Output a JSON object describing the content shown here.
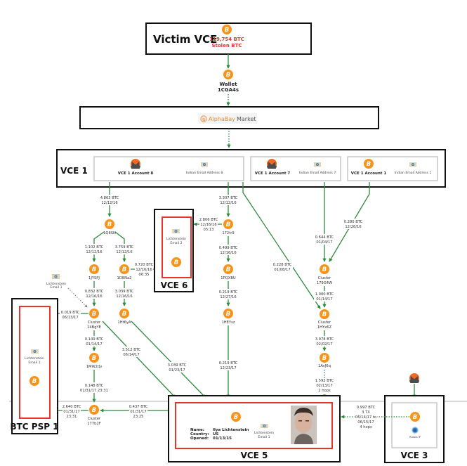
{
  "colors": {
    "edge": "#2e8b3e",
    "bitcoin": "#f7931a",
    "monero": "#f26822",
    "alert_red": "#e8342a",
    "box_border": "#111111",
    "inner_border": "#c8c8c8"
  },
  "victim": {
    "title": "Victim VCE",
    "amount": "119,754 BTC",
    "subtitle": "Stolen BTC",
    "icon": "bitcoin-icon"
  },
  "wallet": {
    "line1": "Wallet",
    "line2": "1CGA4s",
    "icon": "bitcoin-icon"
  },
  "market": {
    "logo_letter": "a",
    "brand": "AlphaBay",
    "suffix": "Market"
  },
  "vce1": {
    "title": "VCE 1",
    "accounts": [
      {
        "name": "VCE 1 Account 8",
        "icon": "monero-icon",
        "email": "Indian Email Address 8"
      },
      {
        "name": "VCE 1 Account 7",
        "icon": "monero-icon",
        "email": "Indian Email Address 7"
      },
      {
        "name": "VCE 1 Account 1",
        "icon": "bitcoin-icon",
        "email": "Indian Email Address 1"
      }
    ]
  },
  "nodes": {
    "n1Q8SN": "1Q8SN",
    "n1JYSPJ": "1JYSPJ",
    "n1D8Na2": "1D8Na2",
    "n1Ht6yA": "1Ht6yA",
    "cluster14B": [
      "Cluster",
      "14BgYE"
    ],
    "n1MW2dv": "1MW2dv",
    "cluster177": [
      "Cluster",
      "177b2F"
    ],
    "n172tr9": "172tr9",
    "n1PQXBU": "1PQXBU",
    "n1HEYsz": "1HEYsz",
    "cluster179": [
      "Cluster",
      "179G4W"
    ],
    "cluster1HY": [
      "Cluster",
      "1HYx6Z"
    ],
    "n1AvJ6q": "1AvJ6q",
    "floating_email": [
      "Lichtenstein",
      "Email 1"
    ]
  },
  "edges": {
    "e1": [
      "4.863 BTC",
      "12/12/16"
    ],
    "e2": [
      "1.102 BTC",
      "12/12/16"
    ],
    "e3": [
      "3.759 BTC",
      "12/12/16"
    ],
    "e4": [
      "0.720 BTC",
      "12/16/16",
      "06:35"
    ],
    "e5": [
      "0.832 BTC",
      "12/16/16"
    ],
    "e6": [
      "3.039 BTC",
      "12/16/16"
    ],
    "e7": [
      "0.019 BTC",
      "06/13/17"
    ],
    "e8": [
      "0.149 BTC",
      "01/14/17"
    ],
    "e9": [
      "3.512 BTC",
      "06/14/17"
    ],
    "e10": [
      "3.039 BTC",
      "01/23/17"
    ],
    "e11": [
      "0.148 BTC",
      "01/31/17 23:31"
    ],
    "e12": [
      "2.640 BTC",
      "01/31/17",
      "23:31"
    ],
    "e13": [
      "0.437 BTC",
      "01/31/17",
      "23:25"
    ],
    "e14": [
      "3.307 BTC",
      "12/12/16"
    ],
    "e15": [
      "2.806 BTC",
      "12/16/16",
      "05:13"
    ],
    "e16": [
      "0.499 BTC",
      "12/16/16"
    ],
    "e17": [
      "0.219 BTC",
      "12/27/16"
    ],
    "e18": [
      "0.219 BTC",
      "12/23/17"
    ],
    "e19": [
      "0.644 BTC",
      "01/04/17"
    ],
    "e20": [
      "0.280 BTC",
      "12/26/16"
    ],
    "e21": [
      "0.228 BTC",
      "01/08/17"
    ],
    "e22": [
      "1.000 BTC",
      "01/14/17"
    ],
    "e23": [
      "3.978 BTC",
      "02/02/17"
    ],
    "e24": [
      "1.592 BTC",
      "02/13/17",
      "2 hops"
    ],
    "e25": [
      "0.997 BTC",
      "3 TX",
      "06/14/17 to",
      "06/15/17",
      "4 hops"
    ]
  },
  "vce6": {
    "title": "VCE 6",
    "email": [
      "Lichtenstein",
      "Email 2"
    ]
  },
  "psp1": {
    "title": "BTC PSP 1",
    "email": [
      "Lichtenstein",
      "Email 1"
    ]
  },
  "vce5": {
    "title": "VCE 5",
    "name_label": "Name:",
    "name_value": "Ilya Lichtenstein",
    "country_label": "Country:",
    "country_value": "US",
    "opened_label": "Opened:",
    "opened_value": "01/13/15",
    "email": [
      "Lichtenstein",
      "Email 1"
    ],
    "photo": "profile-photo"
  },
  "vce3": {
    "title": "VCE 3",
    "ip_label": "Russia IP"
  }
}
